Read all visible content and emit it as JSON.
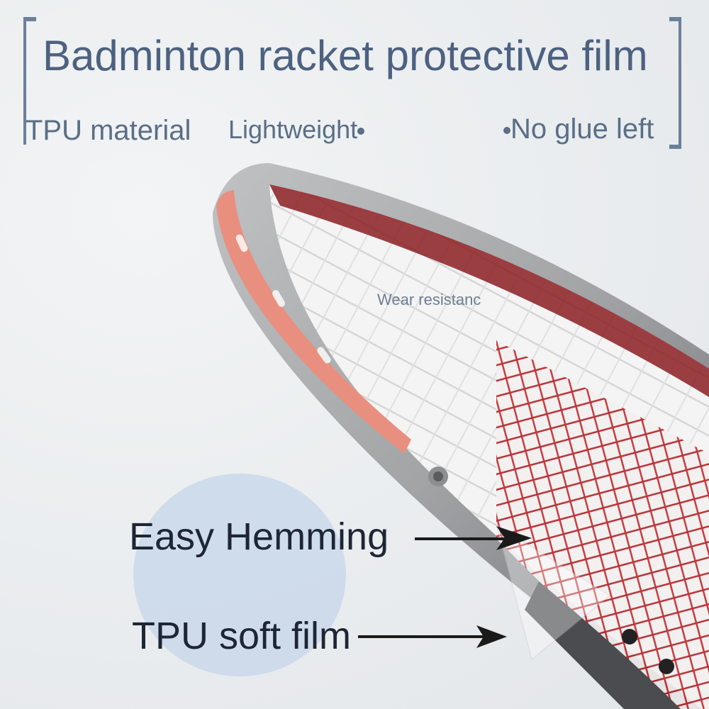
{
  "header": {
    "title": "Badminton racket protective film"
  },
  "features": [
    {
      "label": "TPU material"
    },
    {
      "label": "Lightweight"
    },
    {
      "label": "No glue left"
    }
  ],
  "overlay_text": {
    "wear": "Wear resistanc"
  },
  "callouts": [
    {
      "label": "Easy Hemming",
      "icon": "arrow-right-icon"
    },
    {
      "label": "TPU soft film",
      "icon": "arrow-right-icon"
    }
  ],
  "colors": {
    "title": "#4d6180",
    "feature_text": "#5a6e87",
    "callout_text": "#1e2535",
    "circle": "#ccd9ea",
    "frame_gray": "#a9abad",
    "frame_coral": "#e98f7f",
    "string_red": "#c0262a",
    "background": "#eceff0"
  }
}
